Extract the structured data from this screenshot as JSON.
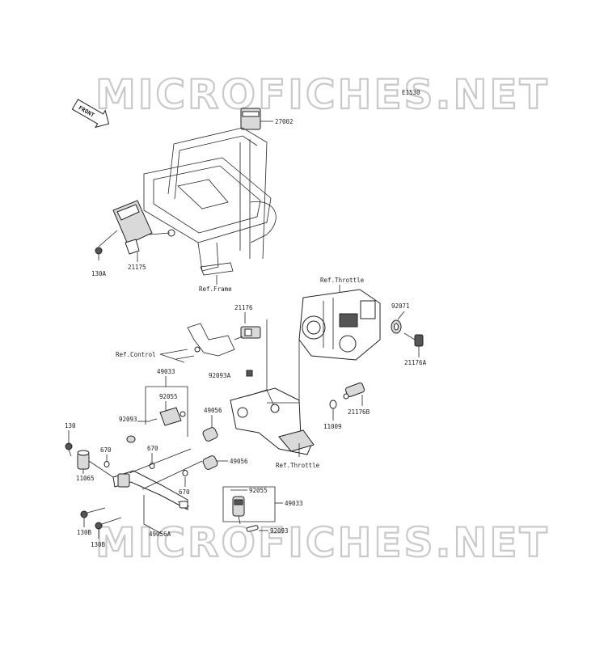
{
  "watermark": "MICROFICHES.NET",
  "diagram_code": "E1530",
  "front_marker": "FRONT",
  "refs": {
    "frame": "Ref.Frame",
    "throttle_top": "Ref.Throttle",
    "throttle_bottom": "Ref.Throttle",
    "control": "Ref.Control"
  },
  "parts": {
    "p27002": "27002",
    "p21175": "21175",
    "p130A": "130A",
    "p21176": "21176",
    "p92071": "92071",
    "p21176A": "21176A",
    "p92093A": "92093A",
    "p49033_top": "49033",
    "p92055_top": "92055",
    "p92093_top": "92093",
    "p49056_top": "49056",
    "p21176B": "21176B",
    "p11009": "11009",
    "p130": "130",
    "p670_a": "670",
    "p670_b": "670",
    "p670_c": "670",
    "p11065": "11065",
    "p49056_mid": "49056",
    "p92055_bot": "92055",
    "p49033_bot": "49033",
    "p130B_a": "130B",
    "p130B_b": "130B",
    "p49056A": "49056A",
    "p92093_bot": "92093"
  },
  "colors": {
    "line": "#222222",
    "watermark": "#c9c9c9",
    "background": "#ffffff"
  }
}
